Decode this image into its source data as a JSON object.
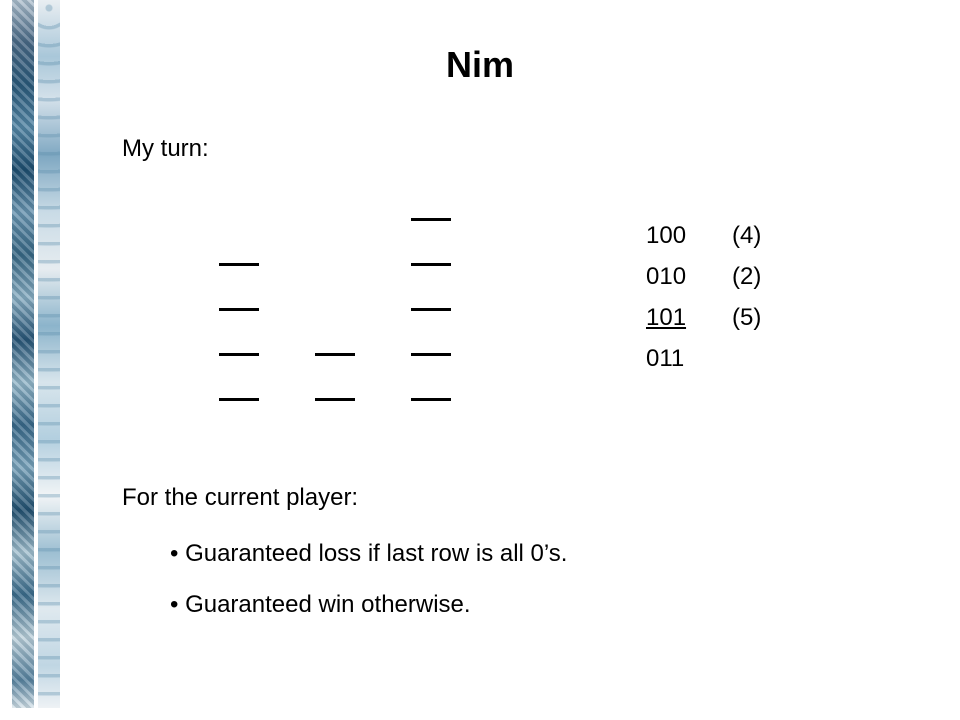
{
  "slide": {
    "title": "Nim",
    "intro": "My turn:",
    "piles": [
      4,
      2,
      5
    ],
    "binary_rows": [
      {
        "bits": "100",
        "decimal": "(4)"
      },
      {
        "bits": "010",
        "decimal": "(2)"
      },
      {
        "bits": "101",
        "decimal": "(5)"
      },
      {
        "bits": "011",
        "decimal": ""
      }
    ],
    "heading": "For the current player:",
    "bullets": [
      "• Guaranteed loss if last row is all 0’s.",
      "• Guaranteed win otherwise."
    ]
  }
}
